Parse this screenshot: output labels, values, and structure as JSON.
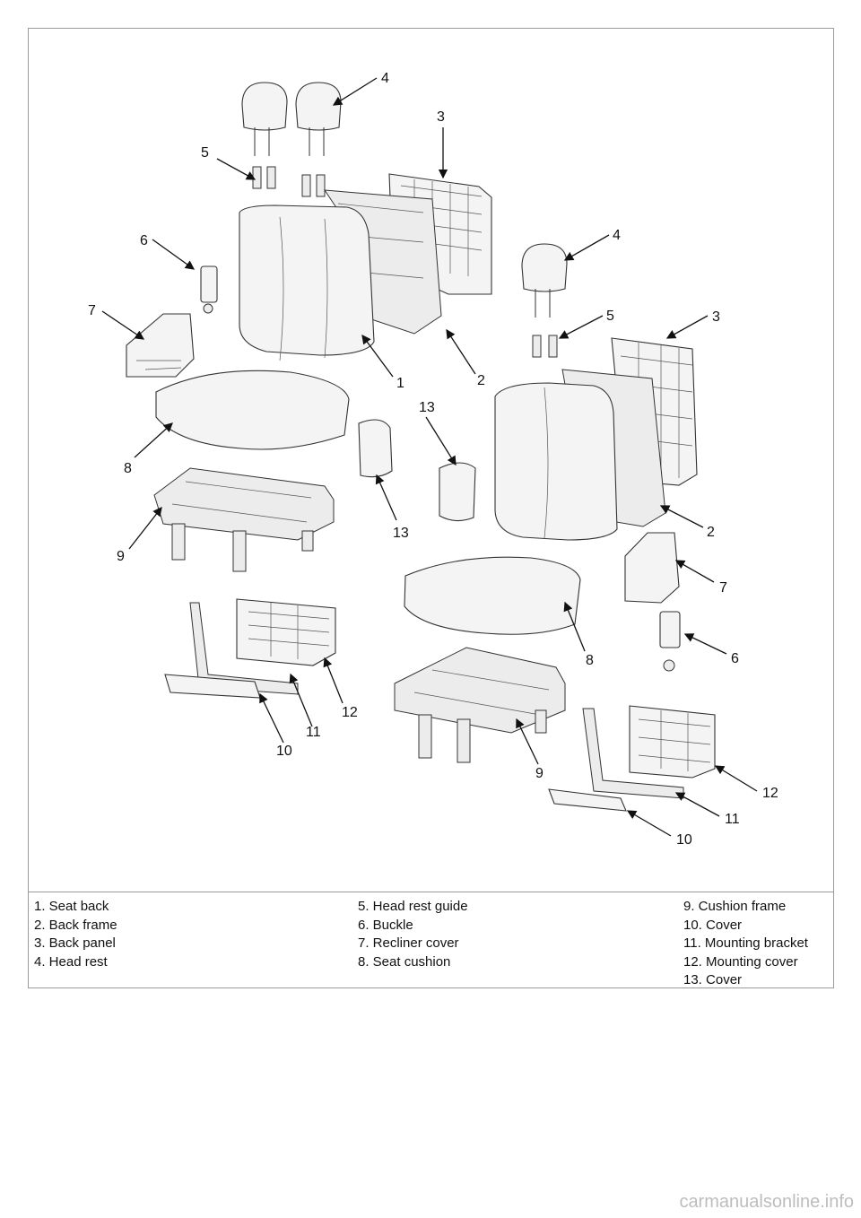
{
  "diagram": {
    "callouts": [
      "4",
      "3",
      "5",
      "6",
      "4",
      "7",
      "5",
      "3",
      "1",
      "2",
      "13",
      "8",
      "13",
      "2",
      "9",
      "7",
      "8",
      "6",
      "12",
      "11",
      "10",
      "9",
      "12",
      "11",
      "10"
    ]
  },
  "legend": {
    "column1": [
      "1. Seat back",
      "2. Back frame",
      "3. Back panel",
      "4. Head rest"
    ],
    "column2": [
      "5. Head rest guide",
      "6. Buckle",
      "7. Recliner cover",
      "8. Seat cushion"
    ],
    "column3": [
      "9. Cushion frame",
      "10. Cover",
      "11. Mounting bracket",
      "12. Mounting cover",
      "13. Cover"
    ]
  },
  "footer": {
    "watermark": "carmanualsonline.info"
  }
}
